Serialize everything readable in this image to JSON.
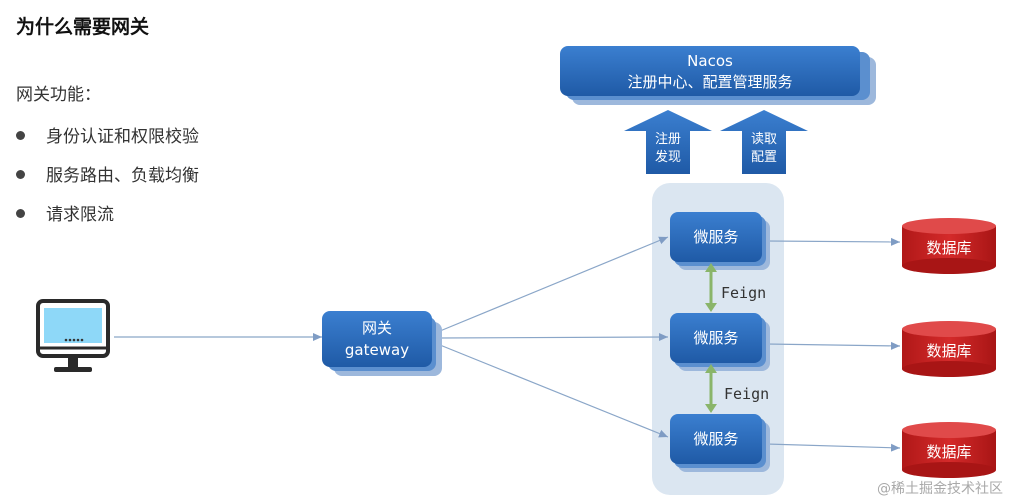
{
  "title": "为什么需要网关",
  "intro": "网关功能：",
  "features": [
    "身份认证和权限校验",
    "服务路由、负载均衡",
    "请求限流"
  ],
  "nacos": {
    "line1": "Nacos",
    "line2": "注册中心、配置管理服务"
  },
  "arrows": {
    "register": {
      "line1": "注册",
      "line2": "发现"
    },
    "config": {
      "line1": "读取",
      "line2": "配置"
    }
  },
  "gateway": {
    "line1": "网关",
    "line2": "gateway"
  },
  "services": [
    "微服务",
    "微服务",
    "微服务"
  ],
  "feign": [
    "Feign",
    "Feign"
  ],
  "databases": [
    "数据库",
    "数据库",
    "数据库"
  ],
  "watermark": "@稀土掘金技术社区",
  "colors": {
    "box_blue": "#2f6fbf",
    "box_blue_dark": "#1f5aa6",
    "cluster_bg": "#dbe6f1",
    "db_red": "#c41f1f",
    "feign_green": "#8ab56a",
    "line_blue": "#8aa6c8"
  },
  "icons": {
    "client": "monitor-icon"
  }
}
